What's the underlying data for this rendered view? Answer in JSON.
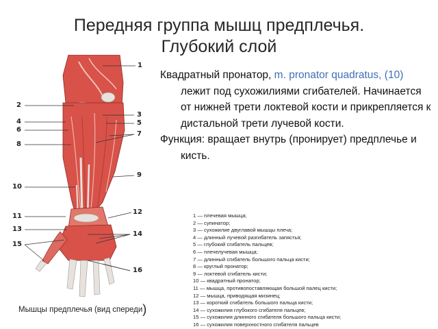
{
  "title": {
    "line1": "Передняя группа мышц предплечья.",
    "line2": "Глубокий слой"
  },
  "description": {
    "p1_start": "Квадратный пронатор, ",
    "p1_latin": "m. pronator quadratus,",
    "p1_number": "(10)",
    "p1_rest": " лежит под сухожилиями сгибателей. Начинается от нижней трети локтевой кости и прикрепляется к дистальной трети лучевой кости.",
    "p2": "Функция: вращает внутрь (пронирует) предплечье и кисть."
  },
  "figure": {
    "caption": "Мышцы предплечья (вид спереди",
    "caption_paren": ")",
    "numbers": [
      "1",
      "2",
      "3",
      "4",
      "5",
      "6",
      "7",
      "8",
      "9",
      "10",
      "11",
      "12",
      "13",
      "14",
      "15",
      "16"
    ]
  },
  "legend": [
    "1 — плечевая мышца;",
    "2 — супинатор;",
    "3 — сухожилие двуглавой мышцы плеча;",
    "4 — длинный лучевой разгибатель запястья;",
    "5 — глубокий сгибатель пальцев;",
    "6 — плечелучевая мышца;",
    "7 — длинный сгибатель большого пальца кисти;",
    "8 — круглый пронатор;",
    "9 — локтевой сгибатель кисти;",
    "10 — квадратный пронатор;",
    "11 — мышца, противопоставляющая большой палец кисти;",
    "12 — мышца, приводящая мизинец;",
    "13 — короткий сгибатель большого пальца кисти;",
    "14 — сухожилия глубокого сгибателя пальцев;",
    "15 — сухожилия длинного сгибателя большого пальца кисти;",
    "16 — сухожилия поверхностного сгибателя пальцев"
  ],
  "colors": {
    "muscle": "#d8524a",
    "muscle_dark": "#b83a33",
    "tendon": "#e8e2dc",
    "leader": "#333333"
  }
}
